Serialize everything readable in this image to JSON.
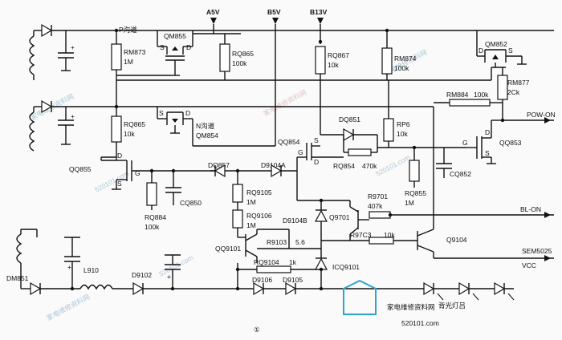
{
  "rails": {
    "a5v": "A5V",
    "b5v": "B5V",
    "b13v": "B13V"
  },
  "labels": {
    "p_channel": "P沟道",
    "n_channel": "N沟道",
    "qm855": "QM855",
    "qm854": "QM854",
    "qm852": "QM852",
    "rm873": "RM873",
    "rm873_val": "1M",
    "rq865_top": "RQ865",
    "rq865_top_val": "100k",
    "rq867": "RQ867",
    "rq867_val": "10k",
    "rm874": "RM874",
    "rm874_val": "100k",
    "rm877": "RM877",
    "rm877_val": "2Ck",
    "rm884": "RM884",
    "rm884_val": "100k",
    "pow_on": "POW-ON",
    "rq865_mid": "RQ865",
    "rq865_mid_val": "10k",
    "dq851": "DQ851",
    "rp6": "RP6",
    "rp6_val": "10k",
    "qq854": "QQ854",
    "rq854": "RQ854",
    "rq854_val": "470k",
    "qq853": "QQ853",
    "cq852": "CQ852",
    "rq855": "RQ855",
    "rq855_val": "1M",
    "qq855": "QQ855",
    "dq857": "DQ857",
    "d9104a": "D9104A",
    "r9105": "RQ9105",
    "r9105_val": "1M",
    "r9106": "RQ9106",
    "r9106_val": "1M",
    "d9104b": "D9104B",
    "q9701": "Q9701",
    "r9701": "R9701",
    "r9701_val": "407k",
    "r9703": "R97C3",
    "r9703_val": "10k",
    "bl_on": "BL-ON",
    "q9104": "Q9104",
    "sem5025": "SEM5025",
    "vcc": "VCC",
    "rq884": "RQ884",
    "rq884_val": "100k",
    "cq850": "CQ850",
    "qq9101": "QQ9101",
    "r9103": "R9103",
    "r9103_val": "5.6",
    "r9104": "RQ9104",
    "r9104_val": "1k",
    "icq9101": "ICQ9101",
    "d9106": "D9106",
    "d9105": "D9105",
    "dm851": "DM851",
    "l910": "L910",
    "d9102": "D9102",
    "backlight": "背光灯吕",
    "figure_number": "①",
    "pin_d": "D",
    "pin_s": "S",
    "pin_g": "G",
    "plus": "+"
  },
  "watermarks": {
    "brand": "家电维修资料网",
    "url": "520101.com",
    "corner_brand": "家电维修资料网",
    "corner_url": "520101.com"
  },
  "colors": {
    "line": "#111111",
    "watermark_blue": "#9fbecf",
    "watermark_red": "#dfb9b9",
    "logo_cyan": "#2aa7c9"
  }
}
